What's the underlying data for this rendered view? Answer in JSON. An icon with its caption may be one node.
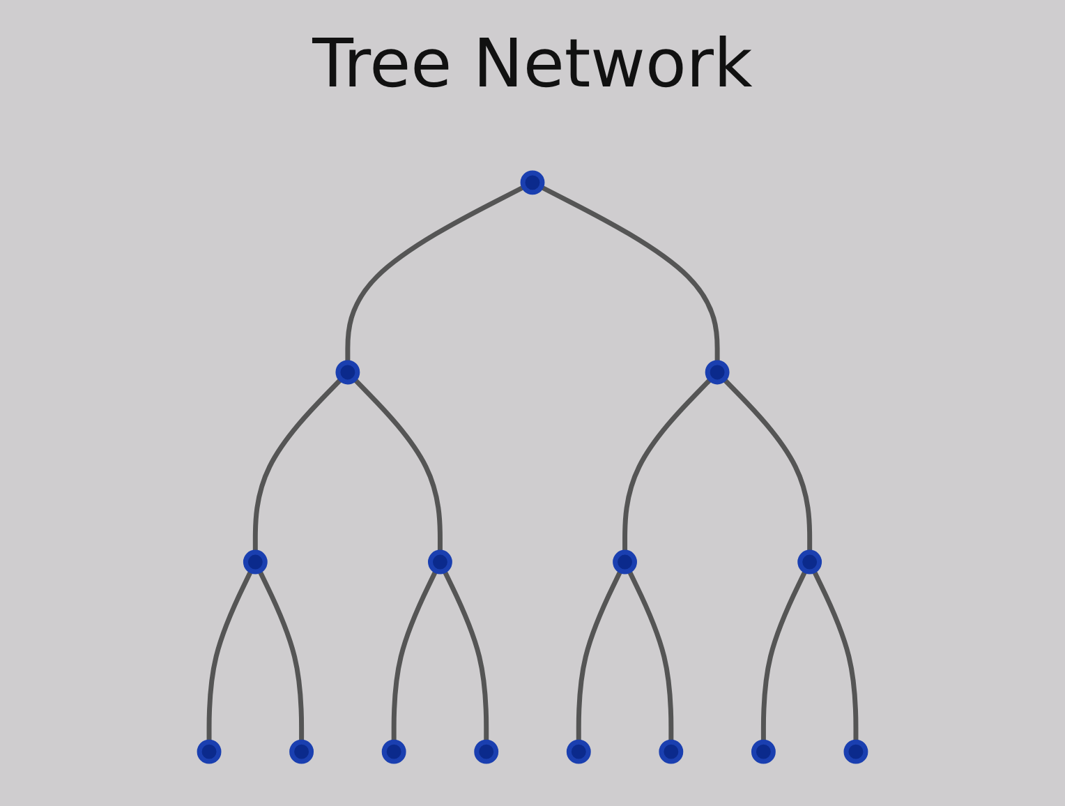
{
  "diagram": {
    "title": "Tree Network",
    "nodes": [
      {
        "text": [],
        "shape": "circle"
      },
      {
        "text": [],
        "shape": "circle"
      },
      {
        "text": [],
        "shape": "circle"
      },
      {
        "text": [],
        "shape": "circle"
      },
      {
        "text": [],
        "shape": "circle"
      },
      {
        "text": [],
        "shape": "circle"
      },
      {
        "text": [],
        "shape": "circle"
      },
      {
        "text": [],
        "shape": "circle"
      },
      {
        "text": [],
        "shape": "circle"
      },
      {
        "text": [],
        "shape": "circle"
      },
      {
        "text": [],
        "shape": "circle"
      },
      {
        "text": [],
        "shape": "circle"
      },
      {
        "text": [],
        "shape": "circle"
      },
      {
        "text": [],
        "shape": "circle"
      },
      {
        "text": [],
        "shape": "circle"
      }
    ],
    "edges": [
      {
        "from": 0,
        "to": 1,
        "arrow": "none"
      },
      {
        "from": 0,
        "to": 2,
        "arrow": "none"
      },
      {
        "from": 1,
        "to": 3,
        "arrow": "none"
      },
      {
        "from": 1,
        "to": 4,
        "arrow": "none"
      },
      {
        "from": 2,
        "to": 5,
        "arrow": "none"
      },
      {
        "from": 2,
        "to": 6,
        "arrow": "none"
      },
      {
        "from": 3,
        "to": 7,
        "arrow": "none"
      },
      {
        "from": 3,
        "to": 8,
        "arrow": "none"
      },
      {
        "from": 4,
        "to": 9,
        "arrow": "none"
      },
      {
        "from": 4,
        "to": 10,
        "arrow": "none"
      },
      {
        "from": 5,
        "to": 11,
        "arrow": "none"
      },
      {
        "from": 5,
        "to": 12,
        "arrow": "none"
      },
      {
        "from": 6,
        "to": 13,
        "arrow": "none"
      },
      {
        "from": 6,
        "to": 14,
        "arrow": "none"
      }
    ]
  }
}
